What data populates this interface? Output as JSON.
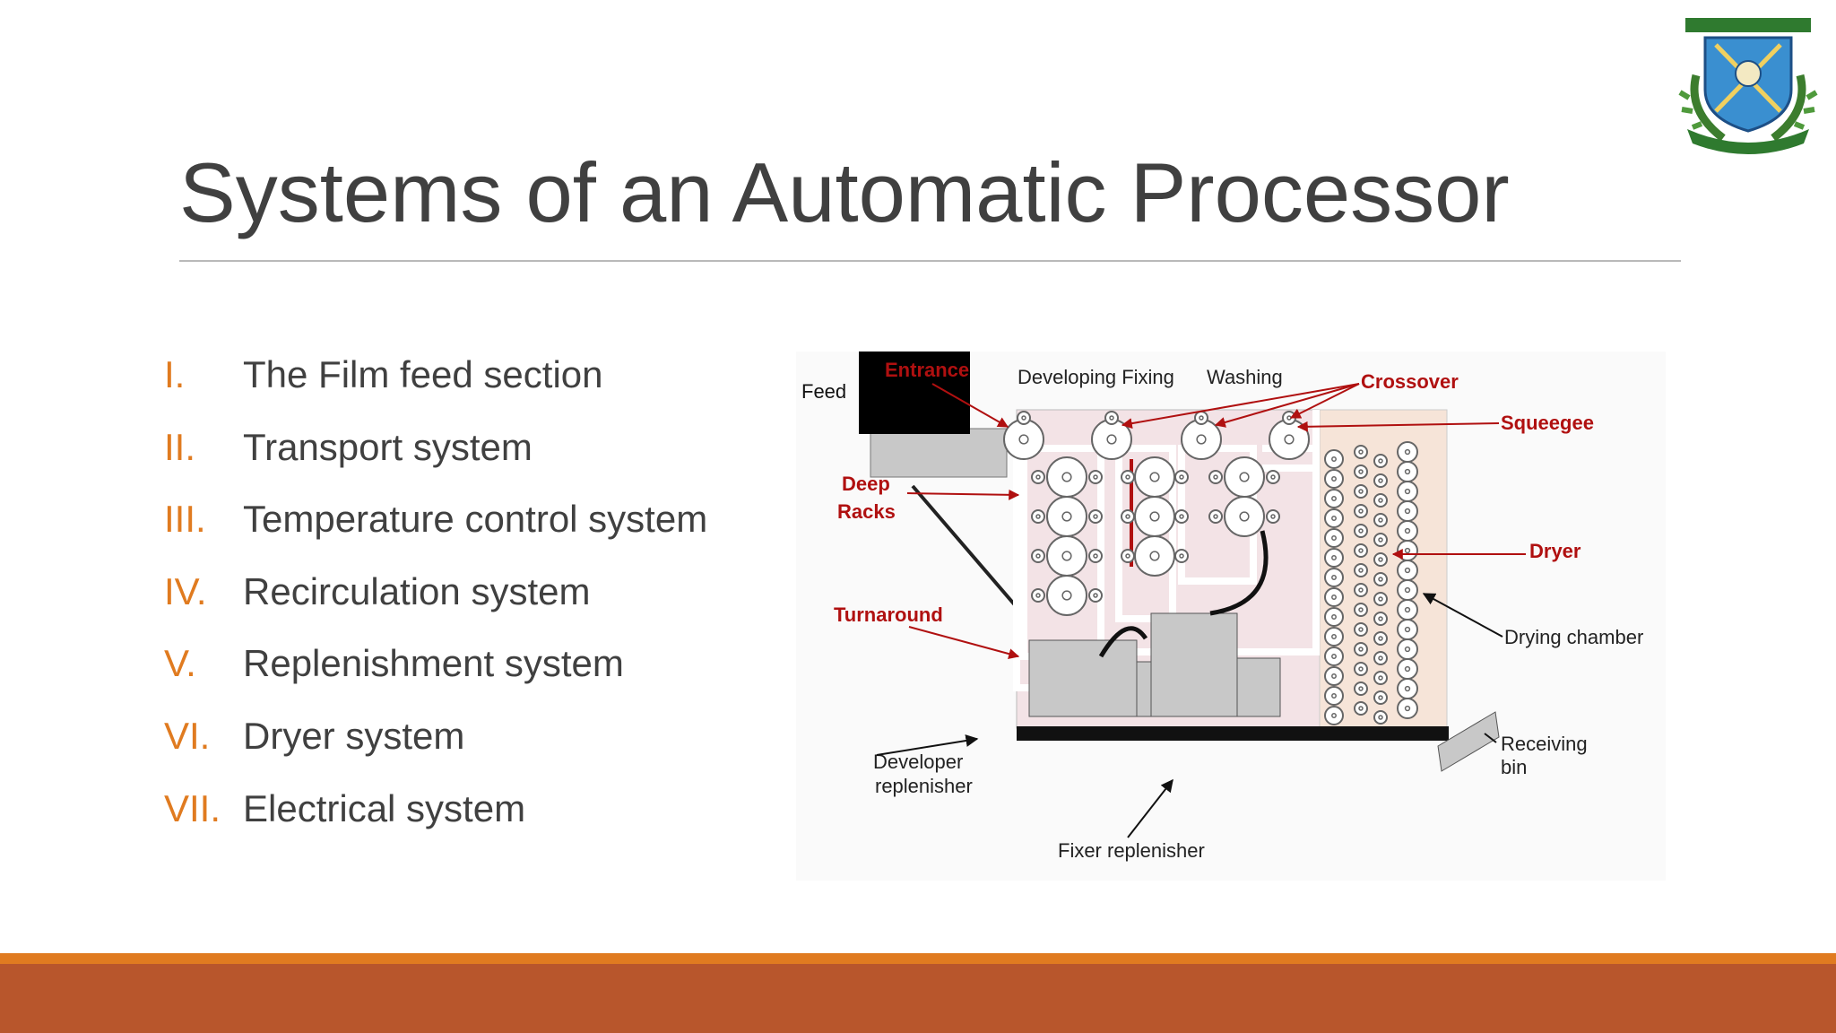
{
  "slide": {
    "title": "Systems of an Automatic Processor",
    "items": [
      {
        "num": "I.",
        "label": "The Film feed section"
      },
      {
        "num": "II.",
        "label": "Transport system"
      },
      {
        "num": "III.",
        "label": "Temperature control system"
      },
      {
        "num": "IV.",
        "label": "Recirculation system"
      },
      {
        "num": "V.",
        "label": "Replenishment system"
      },
      {
        "num": "VI.",
        "label": "Dryer system"
      },
      {
        "num": "VII.",
        "label": "Electrical system"
      }
    ]
  },
  "diagram": {
    "labels": {
      "feed": "Feed",
      "entrance": "Entrance",
      "developing_fixing": "Developing Fixing",
      "washing": "Washing",
      "crossover": "Crossover",
      "squeegee": "Squeegee",
      "deep": "Deep",
      "racks": "Racks",
      "dryer": "Dryer",
      "turnaround": "Turnaround",
      "drying_chamber": "Drying chamber",
      "developer": "Developer",
      "replenisher": "replenisher",
      "receiving": "Receiving",
      "bin": "bin",
      "fixer_replenisher": "Fixer replenisher"
    }
  },
  "colors": {
    "accent_orange": "#e07b20",
    "footer_rust": "#b8562c",
    "title_gray": "#404040",
    "annotation_red": "#b01010",
    "tank_pink": "#f3e3e6",
    "dryer_peach": "#f6e4d8"
  },
  "icons": {
    "logo": "university-crest-icon"
  }
}
